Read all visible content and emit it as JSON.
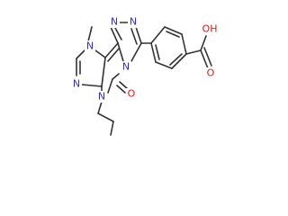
{
  "molecule": {
    "atoms": {
      "n_methyl": {
        "label": "N",
        "color": "#2f2fd8"
      },
      "n_imine_left": {
        "label": "N",
        "color": "#2f2fd8"
      },
      "n_triazole_a": {
        "label": "N",
        "color": "#2f2fd8"
      },
      "n_triazole_b": {
        "label": "N",
        "color": "#2f2fd8"
      },
      "n_bridge": {
        "label": "N",
        "color": "#2f2fd8"
      },
      "n_propyl": {
        "label": "N",
        "color": "#2f2fd8"
      },
      "o_carbonyl": {
        "label": "O",
        "color": "#e01818"
      },
      "o_acid_carbonyl": {
        "label": "O",
        "color": "#e01818"
      },
      "oh_acid": {
        "label": "OH",
        "color": "#e01818"
      }
    }
  }
}
